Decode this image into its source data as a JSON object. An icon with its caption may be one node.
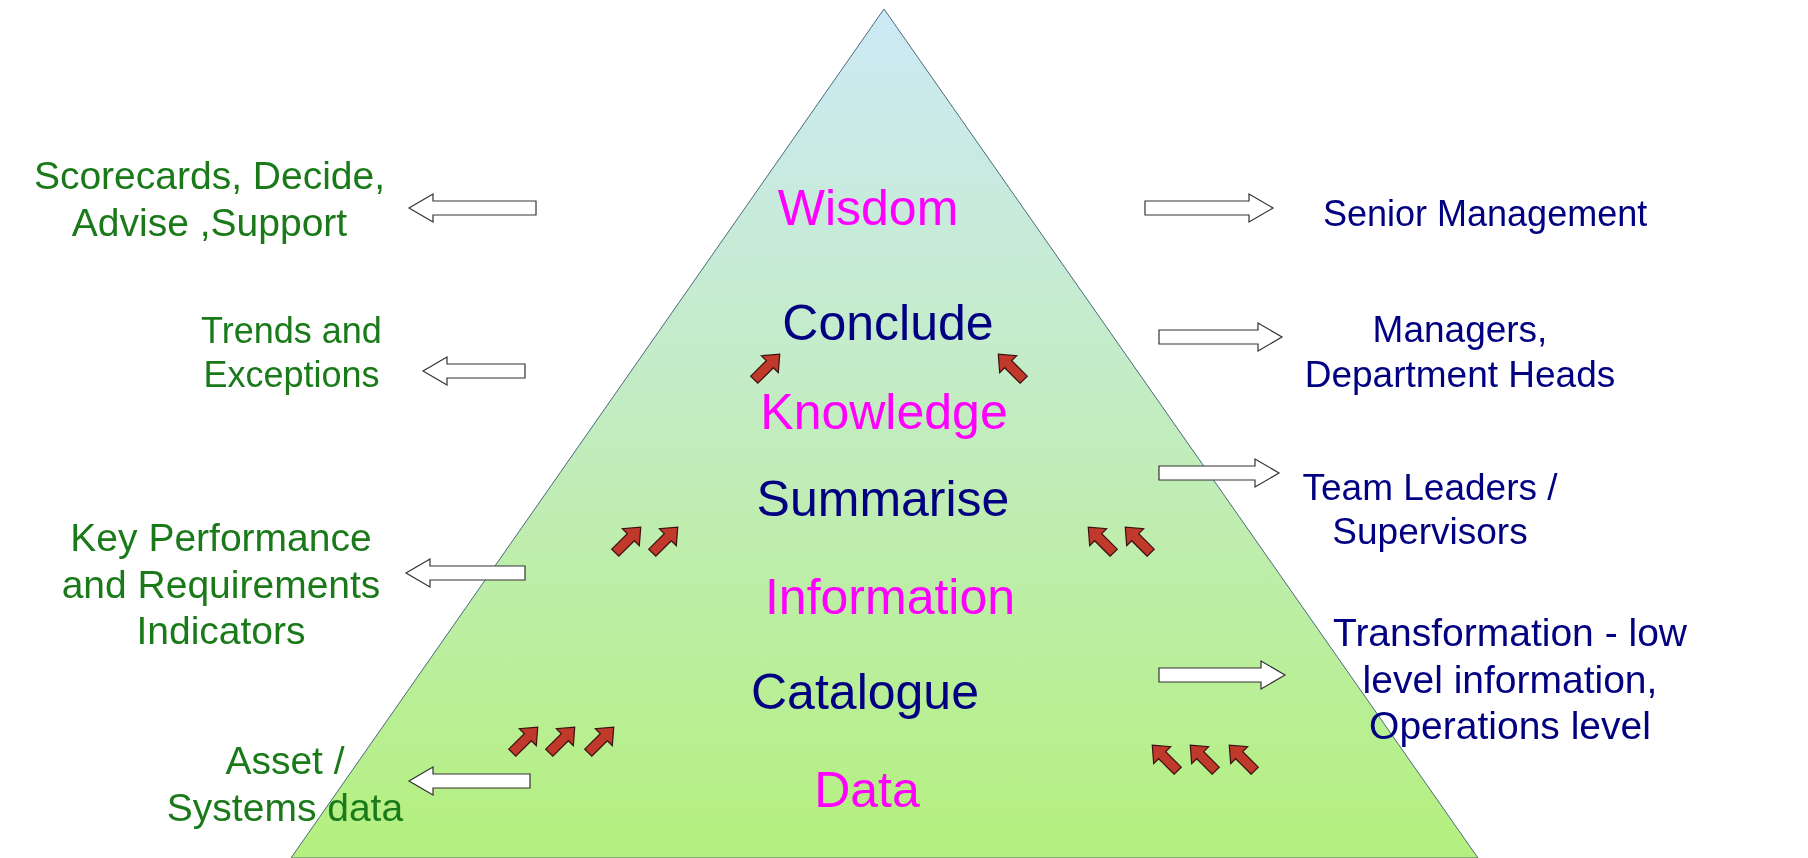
{
  "diagram": {
    "nodes": [
      {
        "text": [
          "Wisdom",
          "Conclude",
          "Knowledge",
          "Summarise",
          "Information",
          "Catalogue",
          "Data"
        ]
      },
      {
        "text": [
          "Scorecards, Decide, Advise ,Support"
        ]
      },
      {
        "text": [
          "Trends and Exceptions"
        ]
      },
      {
        "text": [
          "Key Performance and Requirements Indicators"
        ]
      },
      {
        "text": [
          "Asset / Systems data"
        ]
      },
      {
        "text": [
          "Senior Management"
        ]
      },
      {
        "text": [
          "Managers, Department Heads"
        ]
      },
      {
        "text": [
          "Team Leaders / Supervisors"
        ]
      },
      {
        "text": [
          "Transformation - low level information, Operations level"
        ]
      }
    ],
    "edges": [
      {
        "from": null,
        "to": 1,
        "arrow": "to"
      },
      {
        "from": null,
        "to": 2,
        "arrow": "to"
      },
      {
        "from": null,
        "to": 3,
        "arrow": "to"
      },
      {
        "from": null,
        "to": 4,
        "arrow": "to"
      },
      {
        "from": null,
        "to": 5,
        "arrow": "to"
      },
      {
        "from": null,
        "to": 6,
        "arrow": "to"
      },
      {
        "from": null,
        "to": 7,
        "arrow": "to"
      },
      {
        "from": null,
        "to": 8,
        "arrow": "to"
      }
    ]
  }
}
